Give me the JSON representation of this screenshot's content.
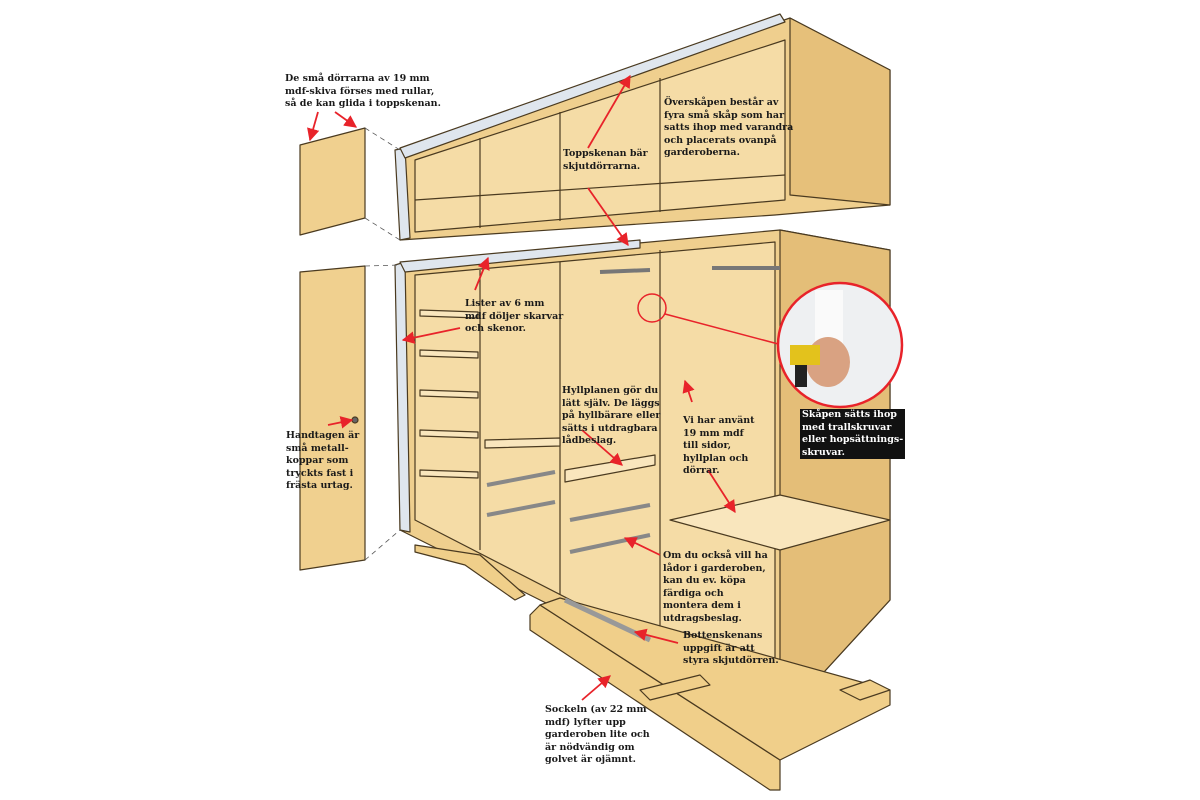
{
  "title": "Garderob med skjutdörrar – sprängskiss",
  "colors": {
    "wood": "#f1d394",
    "wood_dark": "#d9b56b",
    "rail": "#dfe6ee",
    "arrow": "#e8232a",
    "line": "#4a3a20"
  },
  "annotations": {
    "small_doors": "De små dörrarna av 19 mm\nmdf-skiva förses med rullar,\nså de kan glida i toppskenan.",
    "top_rail": "Toppskenan bär\nskjutdörrarna.",
    "upper_cabinets": "Överskåpen består av\nfyra små skåp som har\nsatts ihop med varandra\noch placerats ovanpå\ngarderoberna.",
    "trim_strips": "Lister av 6 mm\nmdf döljer skarvar\noch skenor.",
    "handles": "Handtagen är\nsmå metall-\nkoppar som\ntryckts fast i\nfrästa urtag.",
    "shelves": "Hyllplanen gör du\nlätt själv. De läggs\npå hyllbärare eller\nsätts i utdragbara\nlådbeslag.",
    "material": "Vi har använt\n19 mm mdf\ntill sidor,\nhyllplan och\ndörrar.",
    "assembly_screws": "Skåpen sätts ihop\nmed trallskruvar\neller hopsättnings-\nskruvar.",
    "drawers": "Om du också vill ha\nlådor i garderoben,\nkan du ev. köpa\nfärdiga och\nmontera dem i\nutdragsbeslag.",
    "bottom_rail": "Bottenskenans\nuppgift är att\nstyra skjutdörren.",
    "plinth": "Sockeln (av 22 mm\nmdf) lyfter upp\ngarderoben lite och\när nödvändig om\ngolvet är ojämnt."
  }
}
